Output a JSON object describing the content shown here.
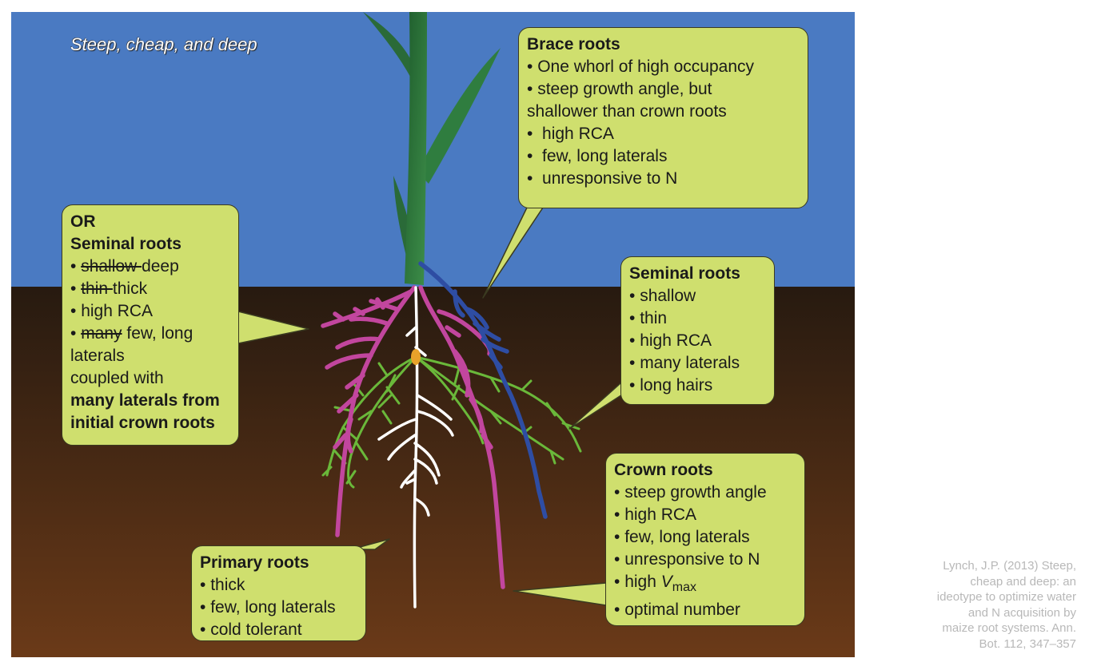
{
  "title": "Steep, cheap, and deep",
  "colors": {
    "sky": "#4a7ac2",
    "soil_top": "#271a10",
    "soil_bottom": "#6b3a18",
    "callout_fill": "#cfdf6e",
    "brace_roots": "#2e4da3",
    "crown_roots": "#c2469e",
    "primary_roots": "#ffffff",
    "seminal_roots": "#6ab83a",
    "stem": "#2e7a3e",
    "seed": "#e8a22a"
  },
  "brace": {
    "heading": "Brace roots",
    "items": [
      "One whorl of high occupancy",
      "steep growth angle, but",
      "shallower than crown roots",
      "high RCA",
      "few, long laterals",
      "unresponsive to N"
    ]
  },
  "or_box": {
    "line1": "OR",
    "heading": "Seminal roots",
    "item1_strike": "shallow ",
    "item1_text": "deep",
    "item2_strike": "thin ",
    "item2_text": "thick",
    "item3": "high RCA",
    "item4_strike": "many",
    "item4_text": " few, long",
    "line_laterals": "laterals",
    "line_coupled": "coupled with",
    "bold1": "many laterals from",
    "bold2": "initial crown roots"
  },
  "seminal": {
    "heading": "Seminal roots",
    "items": [
      "shallow",
      "thin",
      "high RCA",
      "many laterals",
      "long hairs"
    ]
  },
  "crown": {
    "heading": "Crown roots",
    "items": [
      "steep growth angle",
      "high RCA",
      "few, long laterals",
      "unresponsive to N"
    ],
    "vmax_prefix": "high ",
    "vmax_v": "V",
    "vmax_sub": "max",
    "last": "optimal number"
  },
  "primary": {
    "heading": "Primary roots",
    "items": [
      "thick",
      "few, long laterals",
      "cold tolerant"
    ]
  },
  "citation": [
    "Lynch, J.P. (2013) Steep,",
    "cheap and deep: an",
    "ideotype to optimize water",
    "and N acquisition by",
    "maize root systems. Ann.",
    "Bot. 112, 347–357"
  ]
}
